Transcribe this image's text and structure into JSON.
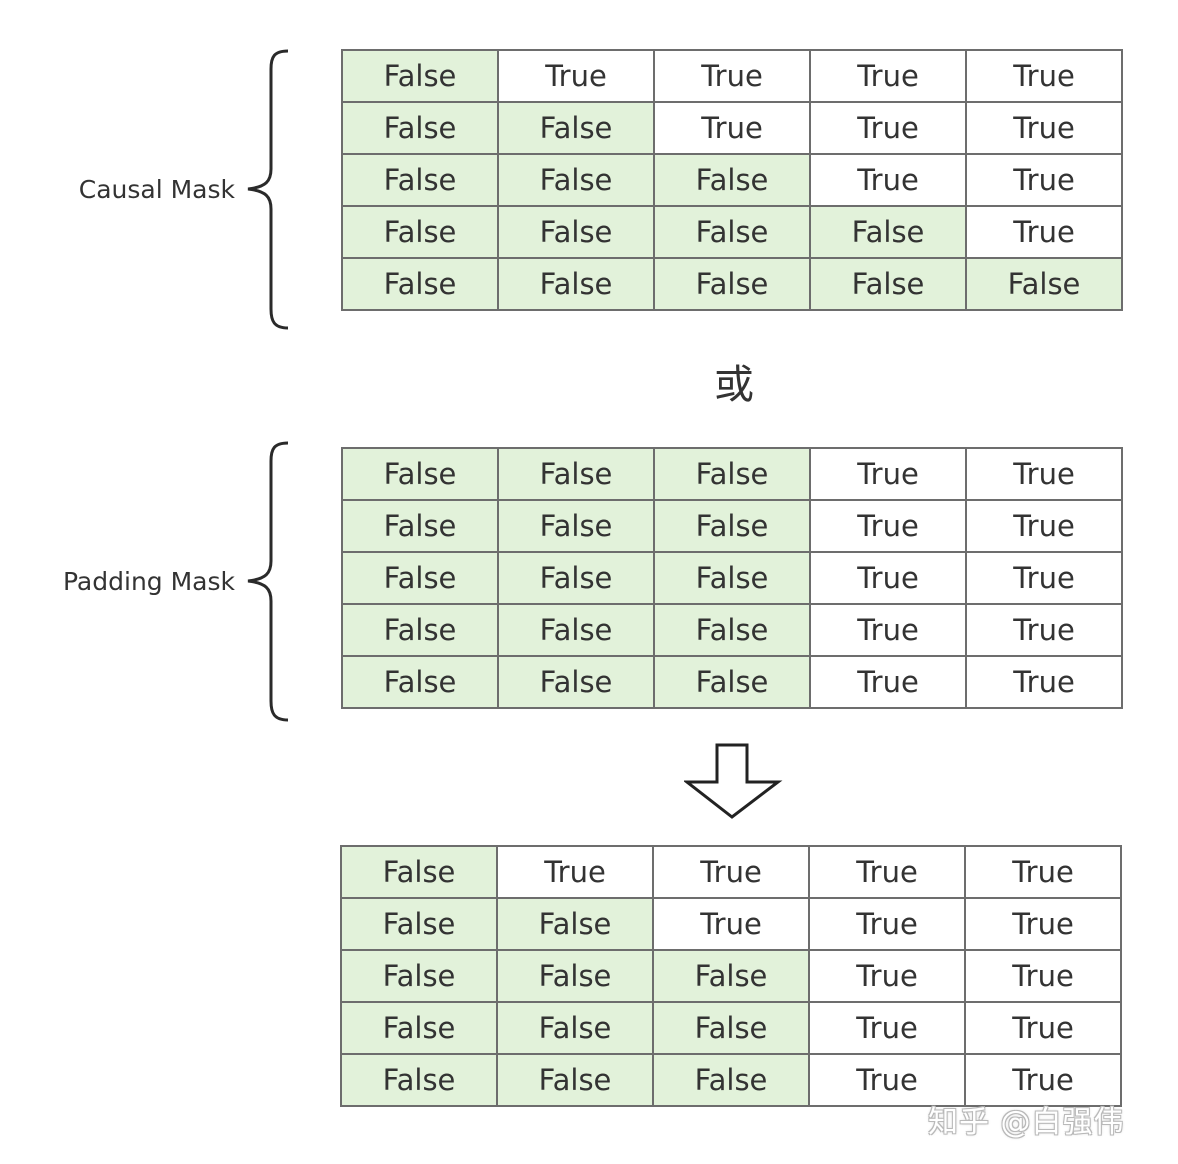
{
  "causal": {
    "label": "Causal Mask",
    "rows": [
      [
        "False",
        "True",
        "True",
        "True",
        "True"
      ],
      [
        "False",
        "False",
        "True",
        "True",
        "True"
      ],
      [
        "False",
        "False",
        "False",
        "True",
        "True"
      ],
      [
        "False",
        "False",
        "False",
        "False",
        "True"
      ],
      [
        "False",
        "False",
        "False",
        "False",
        "False"
      ]
    ]
  },
  "or_label": "或",
  "padding": {
    "label": "Padding Mask",
    "rows": [
      [
        "False",
        "False",
        "False",
        "True",
        "True"
      ],
      [
        "False",
        "False",
        "False",
        "True",
        "True"
      ],
      [
        "False",
        "False",
        "False",
        "True",
        "True"
      ],
      [
        "False",
        "False",
        "False",
        "True",
        "True"
      ],
      [
        "False",
        "False",
        "False",
        "True",
        "True"
      ]
    ]
  },
  "result": {
    "rows": [
      [
        "False",
        "True",
        "True",
        "True",
        "True"
      ],
      [
        "False",
        "False",
        "True",
        "True",
        "True"
      ],
      [
        "False",
        "False",
        "False",
        "True",
        "True"
      ],
      [
        "False",
        "False",
        "False",
        "True",
        "True"
      ],
      [
        "False",
        "False",
        "False",
        "True",
        "True"
      ]
    ]
  },
  "watermark": "知乎 @白强伟",
  "colors": {
    "false_cell": "#e2f2da",
    "true_cell": "#ffffff",
    "border": "#6d6d6d",
    "text": "#333333"
  },
  "icons": {
    "brace": "left-curly-brace-icon",
    "arrow": "down-arrow-icon"
  }
}
